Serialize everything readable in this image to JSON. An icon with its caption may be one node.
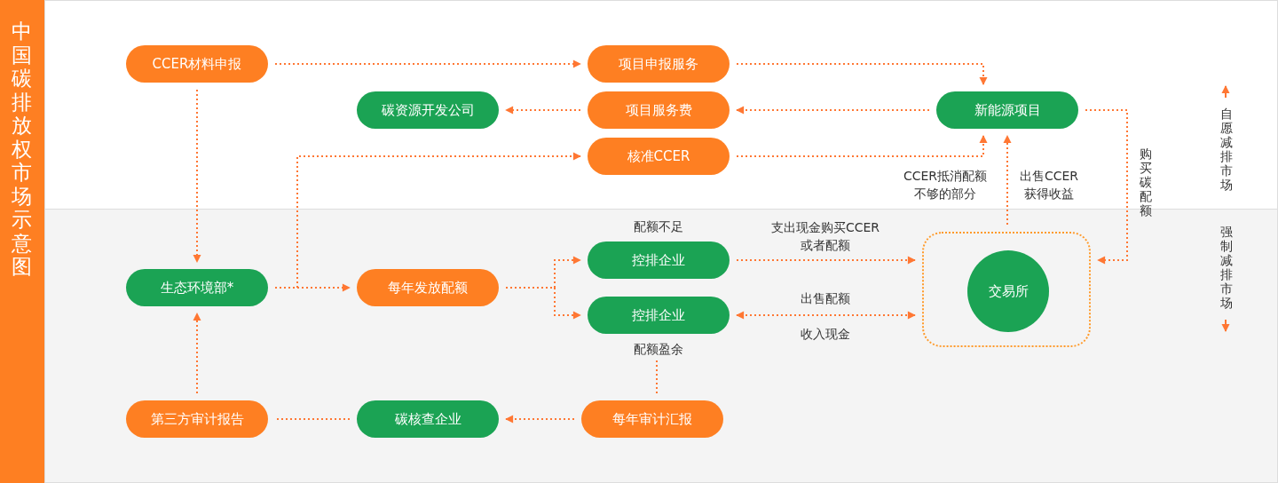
{
  "diagram": {
    "title": "中国碳排放权市场示意图",
    "nodes": [
      {
        "text": [
          "CCER材料申报"
        ]
      },
      {
        "text": [
          "项目申报服务"
        ]
      },
      {
        "text": [
          "碳资源开发公司"
        ]
      },
      {
        "text": [
          "项目服务费"
        ]
      },
      {
        "text": [
          "新能源项目"
        ]
      },
      {
        "text": [
          "核准CCER"
        ]
      },
      {
        "text": [
          "生态环境部*"
        ]
      },
      {
        "text": [
          "每年发放配额"
        ]
      },
      {
        "text": [
          "控排企业"
        ],
        "beside": [
          "配额不足"
        ]
      },
      {
        "text": [
          "控排企业"
        ],
        "beside": [
          "配额盈余"
        ]
      },
      {
        "text": [],
        "shape": "box"
      },
      {
        "text": [
          "交易所"
        ],
        "in": 10
      },
      {
        "text": [
          "第三方审计报告"
        ]
      },
      {
        "text": [
          "碳核查企业"
        ]
      },
      {
        "text": [
          "每年审计汇报"
        ]
      }
    ],
    "edges": [
      {
        "from": 0,
        "to": 1,
        "arrow": "to"
      },
      {
        "from": 1,
        "to": 4,
        "arrow": "to"
      },
      {
        "from": 4,
        "to": 3,
        "arrow": "to"
      },
      {
        "from": 3,
        "to": 2,
        "arrow": "to"
      },
      {
        "from": 0,
        "to": 6,
        "arrow": "to"
      },
      {
        "from": 6,
        "to": 5,
        "arrow": "to"
      },
      {
        "from": 6,
        "to": 7,
        "arrow": "to"
      },
      {
        "from": 7,
        "to": 8,
        "arrow": "to"
      },
      {
        "from": 7,
        "to": 9,
        "arrow": "to"
      },
      {
        "from": 5,
        "to": 4,
        "arrow": "to",
        "label": "CCER抵消配额不够的部分"
      },
      {
        "from": 10,
        "to": 4,
        "arrow": "to",
        "label": "出售CCER获得收益"
      },
      {
        "from": 4,
        "to": 10,
        "arrow": "to",
        "label": "购买碳配额"
      },
      {
        "from": 8,
        "to": 10,
        "arrow": "to",
        "label": "支出现金购买CCER或者配额"
      },
      {
        "from": 9,
        "to": 10,
        "arrow": "both",
        "label": "出售配额"
      },
      {
        "from": 14,
        "to": 9,
        "arrow": "none"
      },
      {
        "from": 14,
        "to": 13,
        "arrow": "to"
      },
      {
        "from": 13,
        "to": 12,
        "arrow": "none"
      },
      {
        "from": 12,
        "to": 6,
        "arrow": "to"
      }
    ],
    "labels": [
      "收入现金",
      "自愿减排市场",
      "强制减排市场"
    ]
  }
}
